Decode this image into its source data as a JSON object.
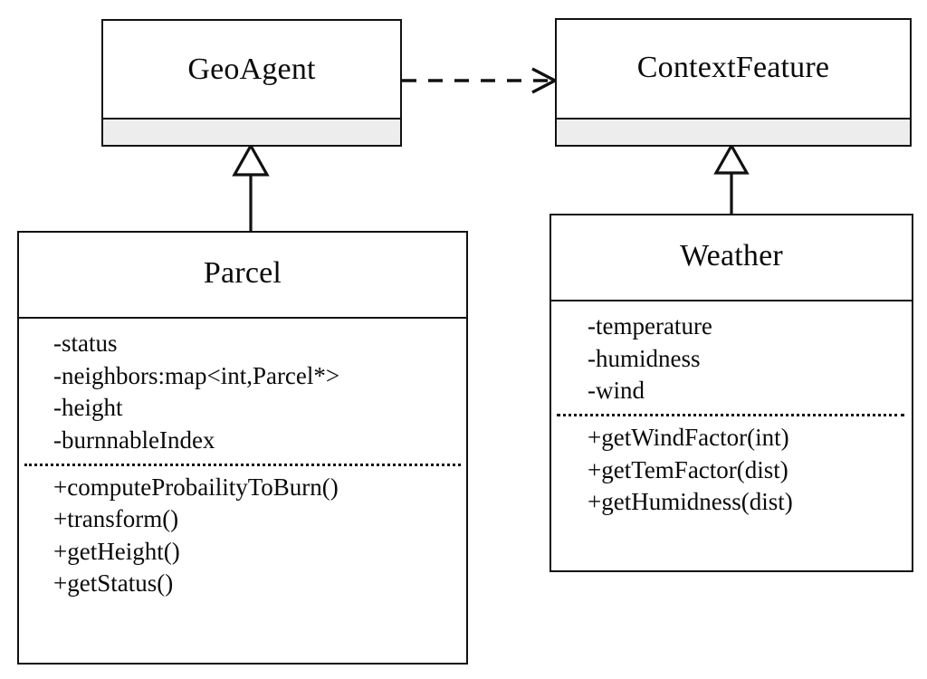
{
  "diagram": {
    "kind": "uml-class-diagram",
    "background": "#ffffff",
    "line_color": "#111111",
    "shade_color": "#ededed"
  },
  "classes": {
    "geoagent": {
      "name": "GeoAgent",
      "attributes": [],
      "operations": []
    },
    "contextfeature": {
      "name": "ContextFeature",
      "attributes": [],
      "operations": []
    },
    "parcel": {
      "name": "Parcel",
      "attributes": [
        "-status",
        "-neighbors:map<int,Parcel*>",
        "-height",
        "-burnnableIndex"
      ],
      "operations": [
        "+computeProbailityToBurn()",
        "+transform()",
        "+getHeight()",
        "+getStatus()"
      ]
    },
    "weather": {
      "name": "Weather",
      "attributes": [
        "-temperature",
        "-humidness",
        "-wind"
      ],
      "operations": [
        "+getWindFactor(int)",
        "+getTemFactor(dist)",
        "+getHumidness(dist)"
      ]
    }
  },
  "relationships": [
    {
      "id": "parcel-generalizes-geoagent",
      "type": "generalization",
      "source": "Parcel",
      "target": "GeoAgent",
      "arrowhead": "hollow-triangle",
      "line_style": "solid"
    },
    {
      "id": "weather-generalizes-contextfeature",
      "type": "generalization",
      "source": "Weather",
      "target": "ContextFeature",
      "arrowhead": "hollow-triangle",
      "line_style": "solid"
    },
    {
      "id": "geoagent-depends-contextfeature",
      "type": "dependency",
      "source": "GeoAgent",
      "target": "ContextFeature",
      "arrowhead": "open-arrow",
      "line_style": "dashed"
    }
  ]
}
